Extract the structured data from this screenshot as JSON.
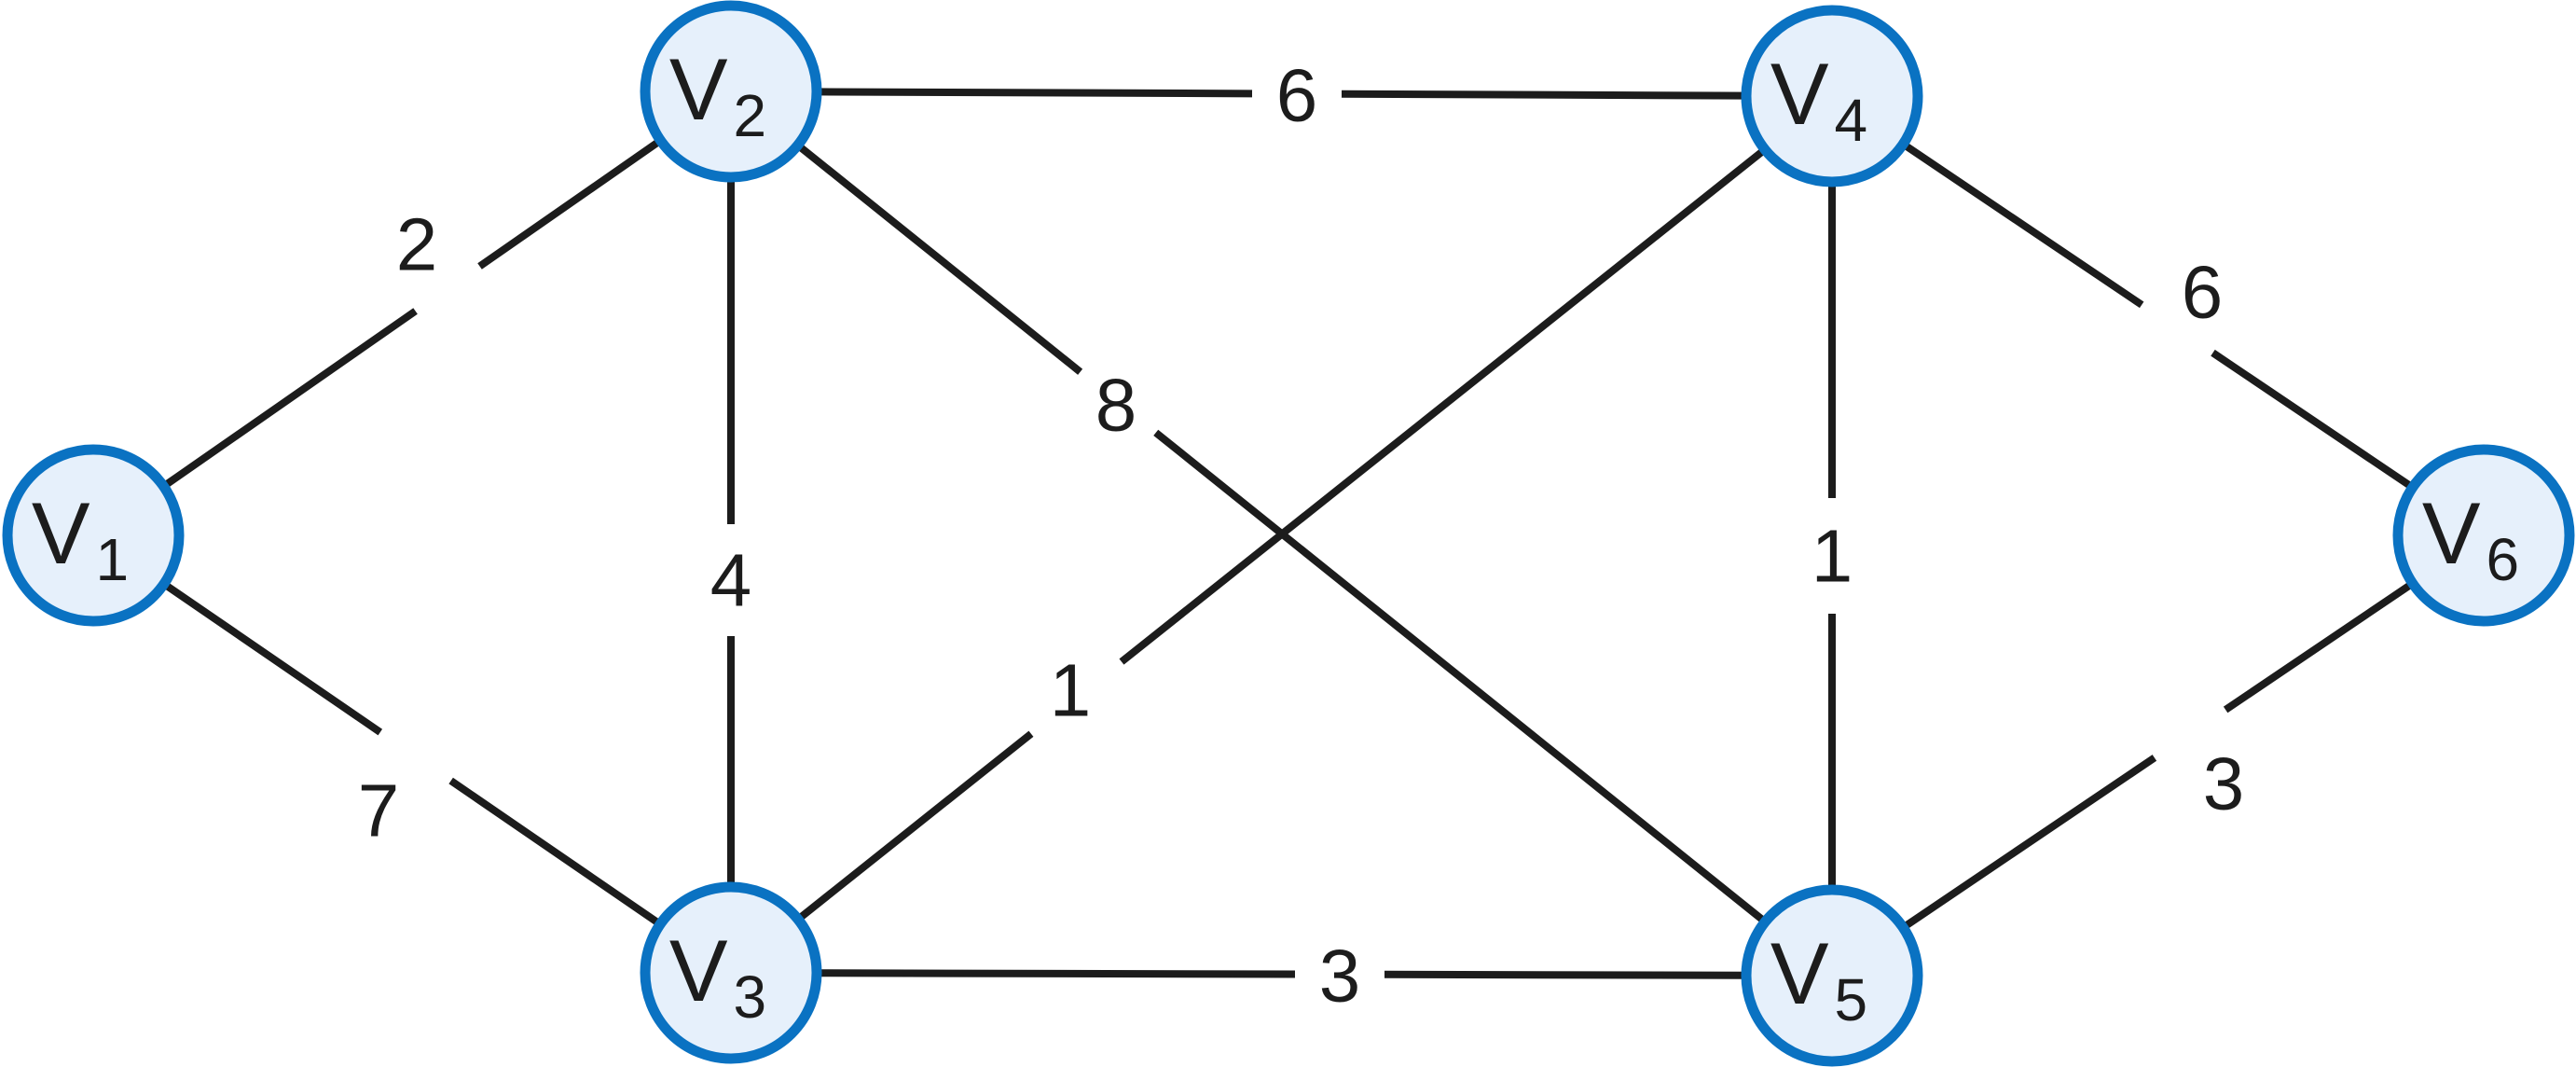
{
  "colors": {
    "edge": "#1c1c1c",
    "node_fill": "#e6f0fb",
    "node_stroke": "#0a72c2",
    "text": "#1c1c1c",
    "background": "#ffffff"
  },
  "nodes": [
    {
      "id": "v1",
      "letter": "V",
      "sub": "1"
    },
    {
      "id": "v2",
      "letter": "V",
      "sub": "2"
    },
    {
      "id": "v3",
      "letter": "V",
      "sub": "3"
    },
    {
      "id": "v4",
      "letter": "V",
      "sub": "4"
    },
    {
      "id": "v5",
      "letter": "V",
      "sub": "5"
    },
    {
      "id": "v6",
      "letter": "V",
      "sub": "6"
    }
  ],
  "edges": [
    {
      "from": "v1",
      "to": "v2",
      "weight": "2"
    },
    {
      "from": "v1",
      "to": "v3",
      "weight": "7"
    },
    {
      "from": "v2",
      "to": "v4",
      "weight": "6"
    },
    {
      "from": "v2",
      "to": "v3",
      "weight": "4"
    },
    {
      "from": "v2",
      "to": "v5",
      "weight": "8"
    },
    {
      "from": "v3",
      "to": "v4",
      "weight": "1"
    },
    {
      "from": "v3",
      "to": "v5",
      "weight": "3"
    },
    {
      "from": "v4",
      "to": "v5",
      "weight": "1"
    },
    {
      "from": "v4",
      "to": "v6",
      "weight": "6"
    },
    {
      "from": "v5",
      "to": "v6",
      "weight": "3"
    }
  ]
}
